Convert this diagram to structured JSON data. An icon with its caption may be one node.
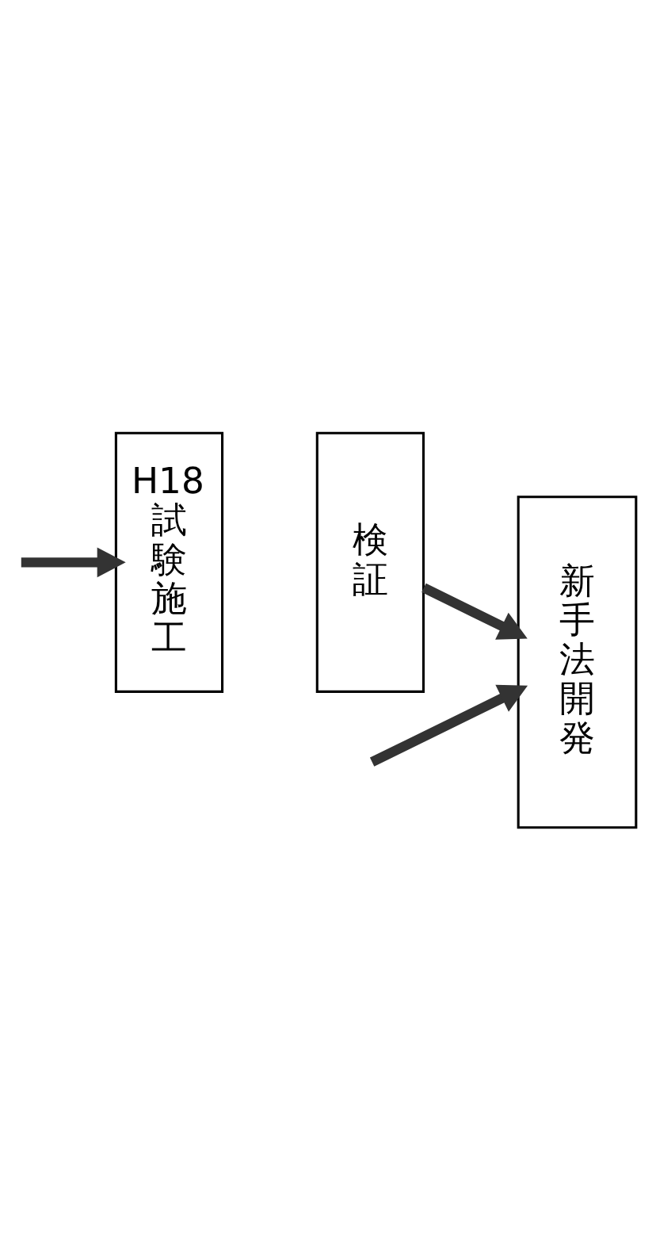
{
  "diagram": {
    "nodes": [
      {
        "text": [
          "新手法開発"
        ]
      },
      {
        "text": [
          "H18試験施工"
        ]
      },
      {
        "text": [
          "検証"
        ]
      }
    ],
    "edges": [
      {
        "from": null,
        "to": 0,
        "arrow": "to"
      },
      {
        "from": null,
        "to": 1,
        "arrow": "to"
      },
      {
        "from": 2,
        "to": 0,
        "arrow": "to"
      }
    ]
  }
}
